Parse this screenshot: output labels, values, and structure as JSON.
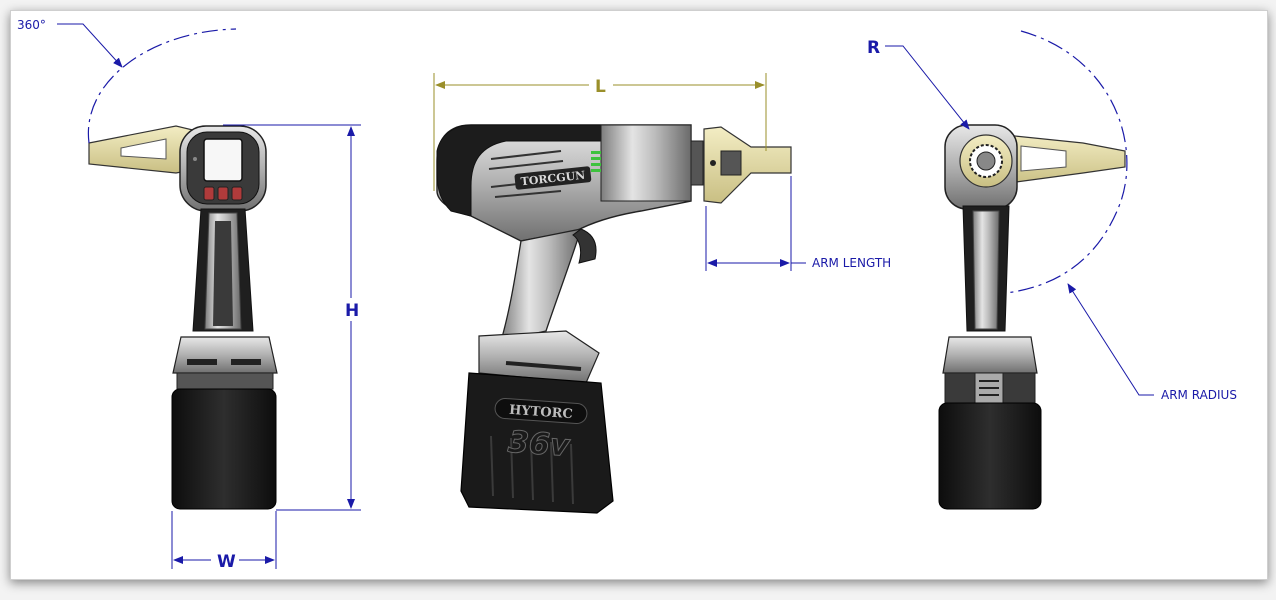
{
  "labels": {
    "rotation": "360°",
    "reaction_radius": "R",
    "length": "L",
    "height": "H",
    "width": "W",
    "arm_length": "ARM LENGTH",
    "arm_radius": "ARM RADIUS"
  },
  "branding": {
    "side_logo": "TORCGUN",
    "battery_logo": "HYTORC",
    "battery_voltage": "36v"
  },
  "colors": {
    "dim_blue": "#1a1aa8",
    "dim_olive": "#9a8f2a",
    "arm_cream": "#e6dfaa",
    "battery_black": "#1a1a1a",
    "housing_silver": "#c8c8c8"
  }
}
